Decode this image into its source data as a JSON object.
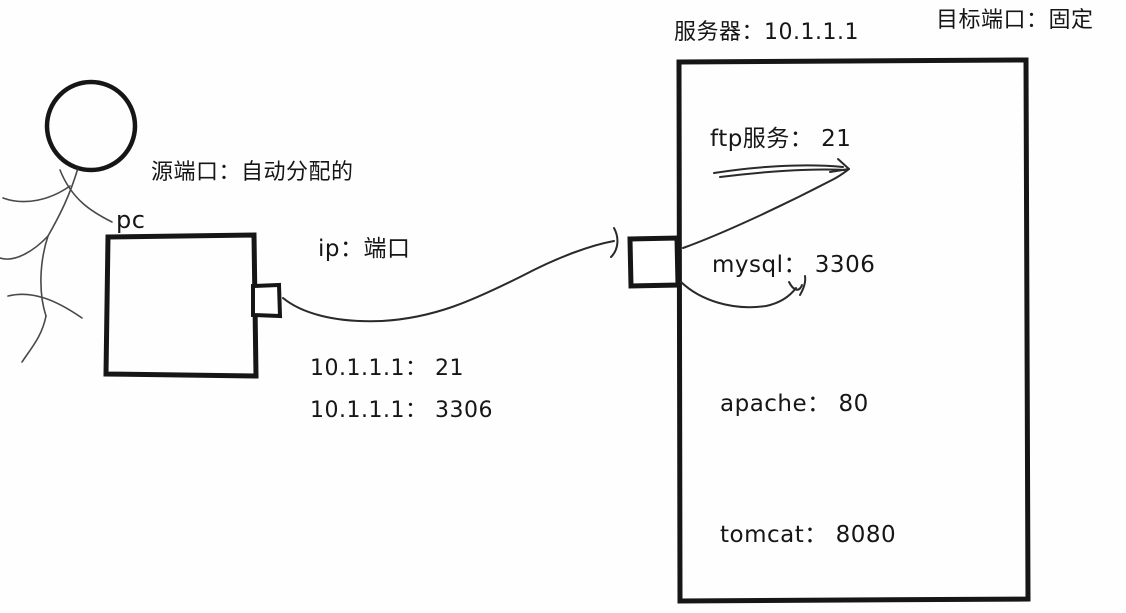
{
  "diagram": {
    "title_area": {
      "dest_port_note": "目标端口：固定",
      "server_title": "服务器：10.1.1.1"
    },
    "pc": {
      "label": "pc",
      "source_port_note": "源端口：自动分配的",
      "ip_port_note": "ip：端口",
      "connections": [
        {
          "text": "10.1.1.1：  21"
        },
        {
          "text": "10.1.1.1：  3306"
        }
      ]
    },
    "server": {
      "services": [
        {
          "name": "ftp",
          "text": "ftp服务：  21"
        },
        {
          "name": "mysql",
          "text": "mysql：  3306"
        },
        {
          "name": "apache",
          "text": "apache：  80"
        },
        {
          "name": "tomcat",
          "text": "tomcat：  8080"
        }
      ]
    },
    "colors": {
      "ink": "#161616",
      "background": "#fefefe"
    }
  }
}
